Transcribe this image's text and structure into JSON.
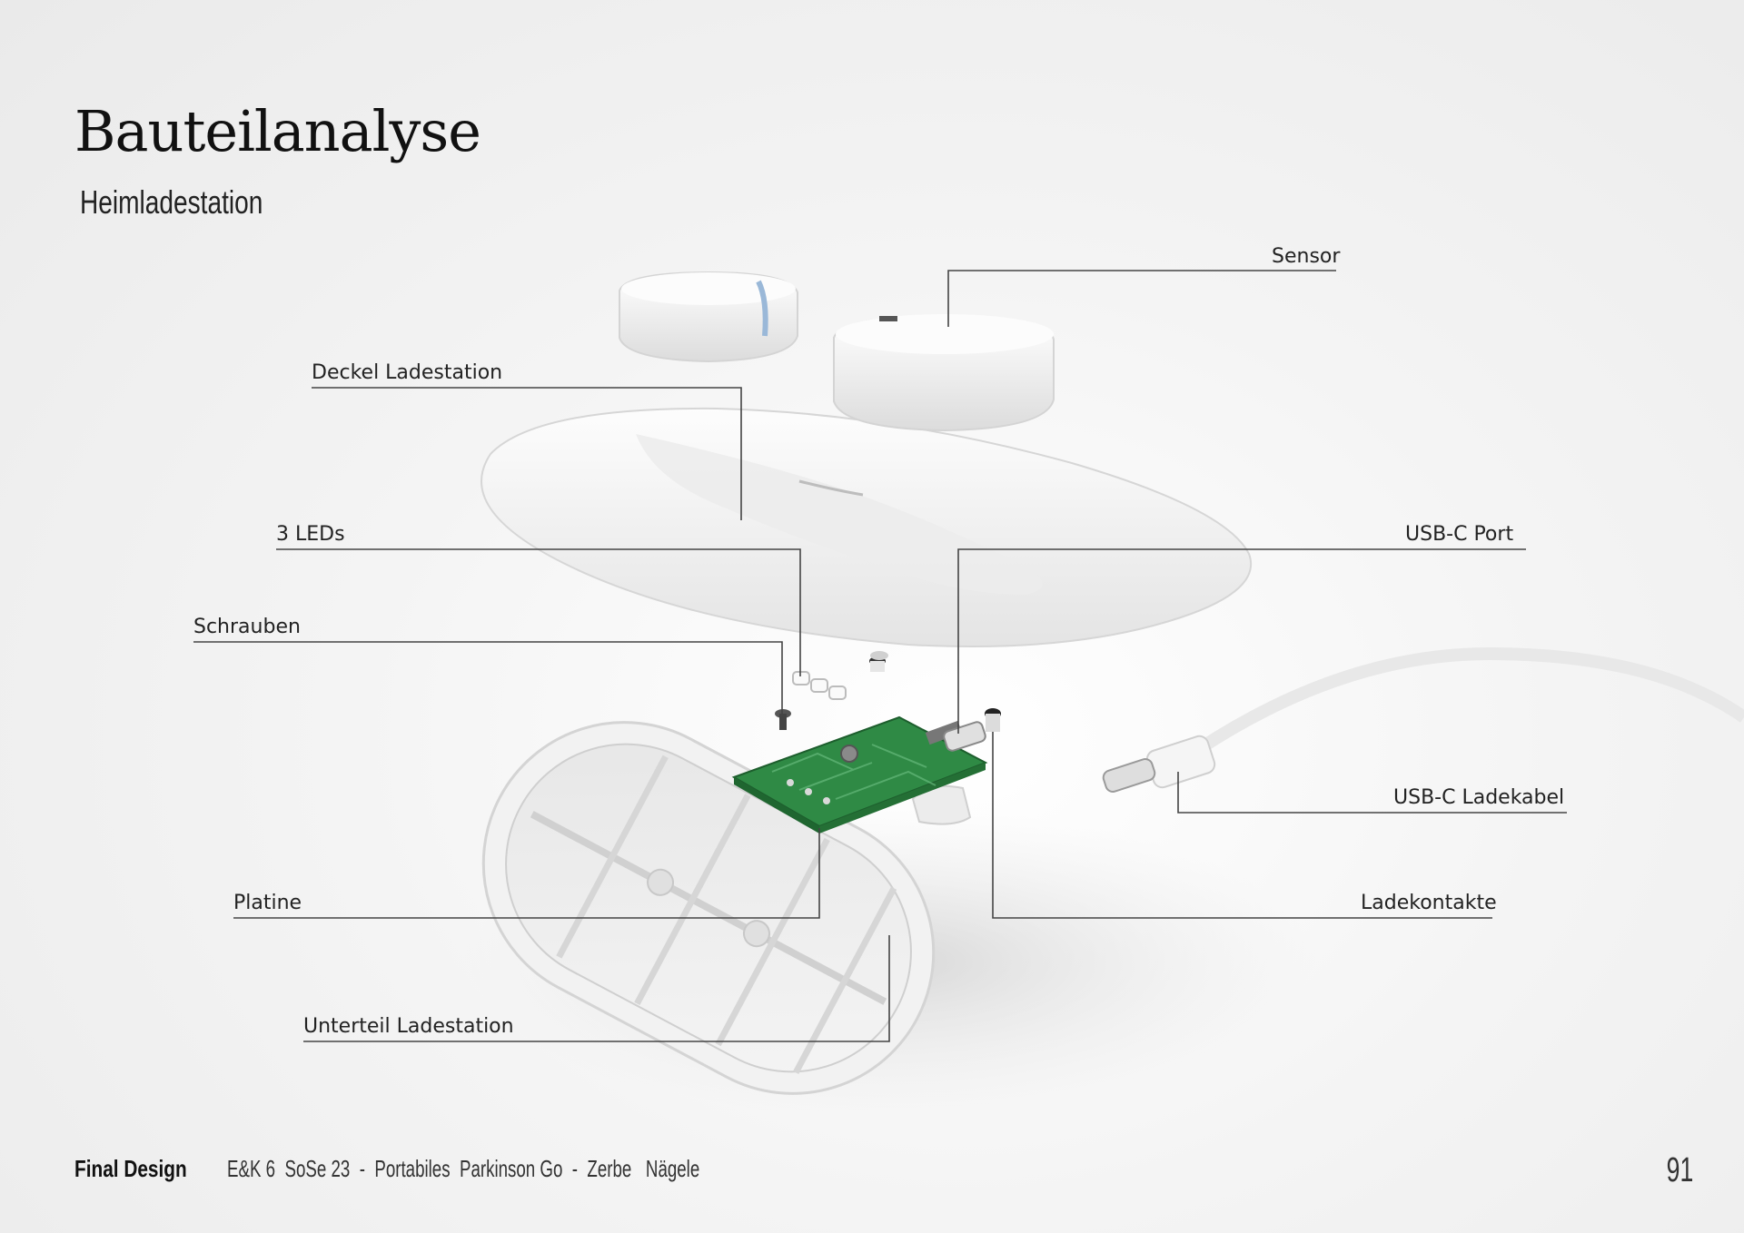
{
  "header": {
    "title": "Bauteilanalyse",
    "subtitle": "Heimladestation"
  },
  "labels": {
    "sensor": "Sensor",
    "deckel": "Deckel Ladestation",
    "leds": "3 LEDs",
    "usb_port": "USB-C Port",
    "schrauben": "Schrauben",
    "usb_kabel": "USB-C Ladekabel",
    "platine": "Platine",
    "ladekontakte": "Ladekontakte",
    "unterteil": "Unterteil Ladestation"
  },
  "footer": {
    "section": "Final Design",
    "info": "E&K 6  SoSe 23  -  Portabiles  Parkinson Go  -  Zerbe   Nägele",
    "page_number": "91"
  },
  "colors": {
    "pcb": "#2f8a45",
    "plastic": "#f7f7f7",
    "leader_line": "#444444"
  }
}
